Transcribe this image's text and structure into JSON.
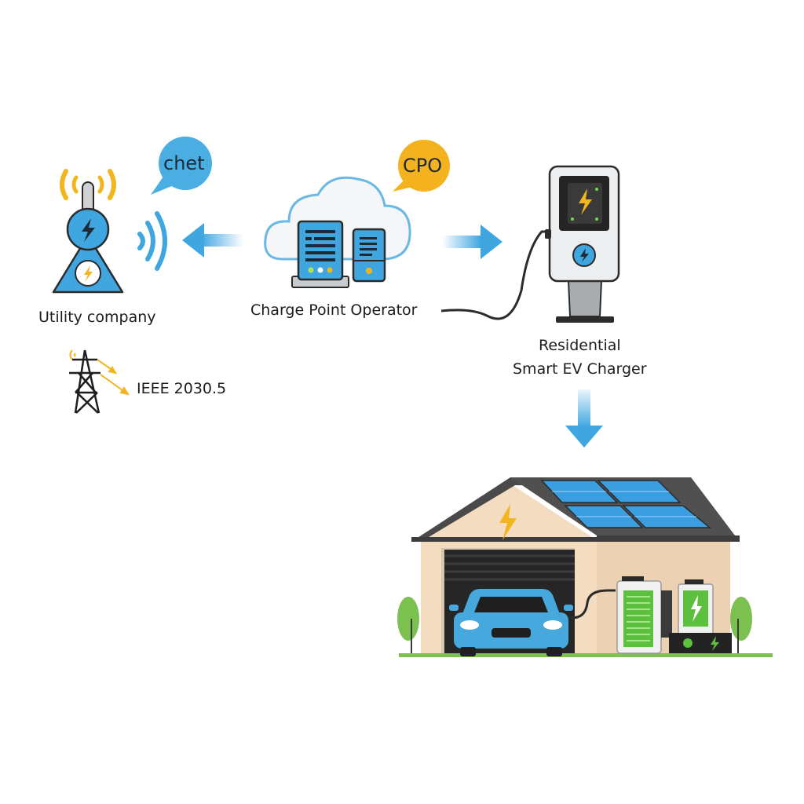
{
  "nodes": {
    "utility": {
      "label": "Utility company",
      "bubble": "chet"
    },
    "cpo": {
      "label": "Charge Point Operator",
      "bubble": "CPO"
    },
    "charger": {
      "label_line1": "Residential",
      "label_line2": "Smart EV Charger"
    },
    "protocol": {
      "label": "IEEE 2030.5"
    },
    "home": {
      "label": ""
    }
  },
  "colors": {
    "blue": "#3fa6e0",
    "yellow": "#f2b51d",
    "dark": "#2b2b2b",
    "green": "#6cc24a",
    "wall": "#f3dcc0",
    "roof": "#4a4a4a"
  }
}
